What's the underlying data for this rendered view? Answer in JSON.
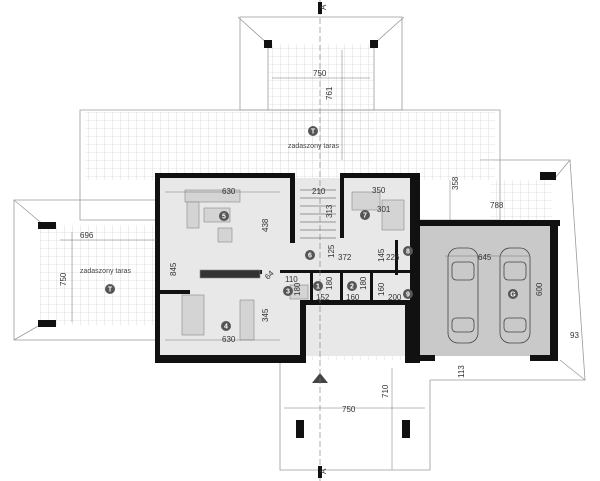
{
  "section_marker": "A",
  "labels": {
    "covered_terrace_top": "zadaszony taras",
    "covered_terrace_left": "zadaszony taras"
  },
  "room_numbers": [
    "1",
    "2",
    "3",
    "4",
    "5",
    "6",
    "7",
    "8",
    "9",
    "T",
    "T",
    "G"
  ],
  "dimensions": {
    "top_terrace_width": "750",
    "top_terrace_depth": "761",
    "living_width": "630",
    "living_depth": "438",
    "kitchen_width": "630",
    "kitchen_depth": "345",
    "left_height": "845",
    "stair_width": "210",
    "stair_depth": "313",
    "room7_width": "350",
    "room7_depth": "301",
    "right_offset": "358",
    "garage_offset": "788",
    "left_terrace_width": "696",
    "left_terrace_depth": "750",
    "hall_width": "372",
    "hall_small": "125",
    "bath_width": "226",
    "bath_depth": "145",
    "room1_width": "152",
    "room2_width": "160",
    "room3_width": "110",
    "room3_depth": "180",
    "room1_depth": "180",
    "room2_depth": "180",
    "room9_depth": "160",
    "room9_width": "200",
    "garage_width": "645",
    "garage_depth": "600",
    "garage_right": "93",
    "garage_front": "113",
    "entrance_width": "750",
    "entrance_depth": "710",
    "kitchen_small": "64"
  },
  "colors": {
    "wall": "#111111",
    "floor": "#e8e8e8",
    "garage_floor": "#c9c9c9",
    "grid": "#c8c8c8",
    "badge": "#555555"
  }
}
